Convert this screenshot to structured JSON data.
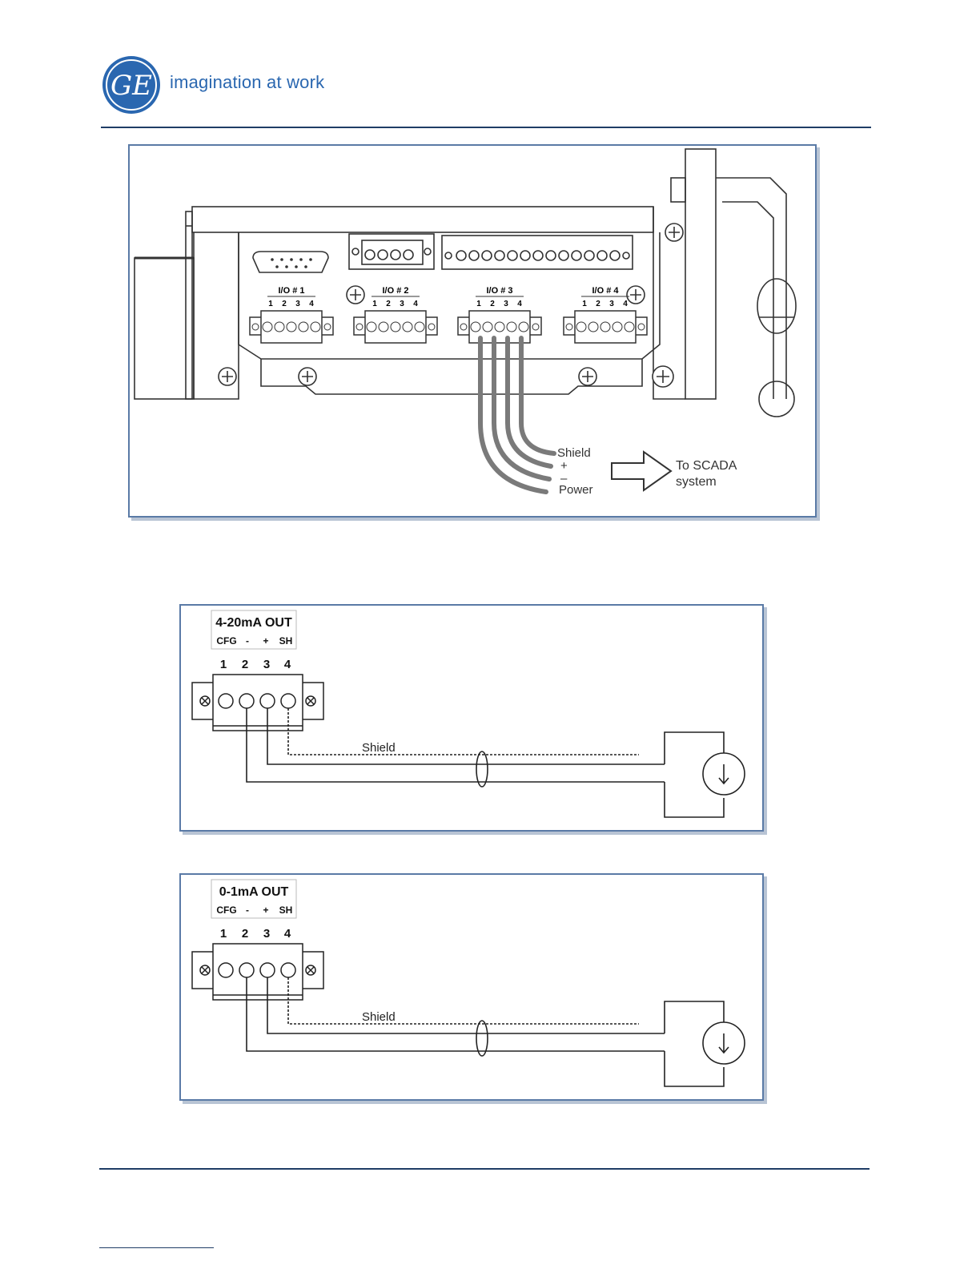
{
  "header": {
    "logo_text": "GE",
    "tagline": "imagination at work"
  },
  "figure_panel": {
    "ports": [
      {
        "label": "I/O # 1",
        "pins": [
          "1",
          "2",
          "3",
          "4"
        ]
      },
      {
        "label": "I/O # 2",
        "pins": [
          "1",
          "2",
          "3",
          "4"
        ]
      },
      {
        "label": "I/O # 3",
        "pins": [
          "1",
          "2",
          "3",
          "4"
        ]
      },
      {
        "label": "I/O # 4",
        "pins": [
          "1",
          "2",
          "3",
          "4"
        ]
      }
    ],
    "wire_labels": {
      "shield": "Shield",
      "plus": "+",
      "minus": "–",
      "power": "Power"
    },
    "arrow_label_line1": "To SCADA",
    "arrow_label_line2": "system"
  },
  "diagram_4_20": {
    "title": "4-20mA OUT",
    "pin_functions": [
      "CFG",
      "-",
      "+",
      "SH"
    ],
    "pin_numbers": [
      "1",
      "2",
      "3",
      "4"
    ],
    "shield_label": "Shield"
  },
  "diagram_0_1": {
    "title": "0-1mA OUT",
    "pin_functions": [
      "CFG",
      "-",
      "+",
      "SH"
    ],
    "pin_numbers": [
      "1",
      "2",
      "3",
      "4"
    ],
    "shield_label": "Shield"
  },
  "colors": {
    "brand_blue": "#2a67b0",
    "frame_border": "#5a7aa6",
    "rule": "#1f3d66"
  }
}
